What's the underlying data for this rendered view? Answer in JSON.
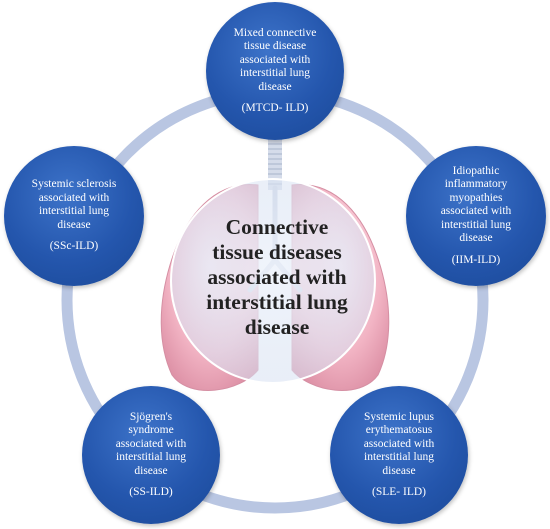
{
  "center_title": "Connective\ntissue diseases\nassociated with\ninterstitial lung\ndisease",
  "nodes": [
    {
      "description": "Mixed connective\ntissue disease\nassociated with\ninterstitial lung\ndisease",
      "abbr": "(MTCD- ILD)"
    },
    {
      "description": "Idiopathic\ninflammatory\nmyopathies\nassociated with\ninterstitial lung\ndisease",
      "abbr": "(IIM-ILD)"
    },
    {
      "description": "Systemic lupus\nerythematosus\nassociated with\ninterstitial lung\ndisease",
      "abbr": "(SLE- ILD)"
    },
    {
      "description": "Sjögren's\nsyndrome\nassociated with\ninterstitial lung\ndisease",
      "abbr": "(SS-ILD)"
    },
    {
      "description": "Systemic sclerosis\nassociated with\ninterstitial lung\ndisease",
      "abbr": "(SSc-ILD)"
    }
  ],
  "colors": {
    "node_fill": "#2456ad",
    "ring": "#b9c6e2",
    "lung": "#f3b9c8",
    "trachea": "#cfd8ea",
    "center_circle": "#e8eef8"
  }
}
